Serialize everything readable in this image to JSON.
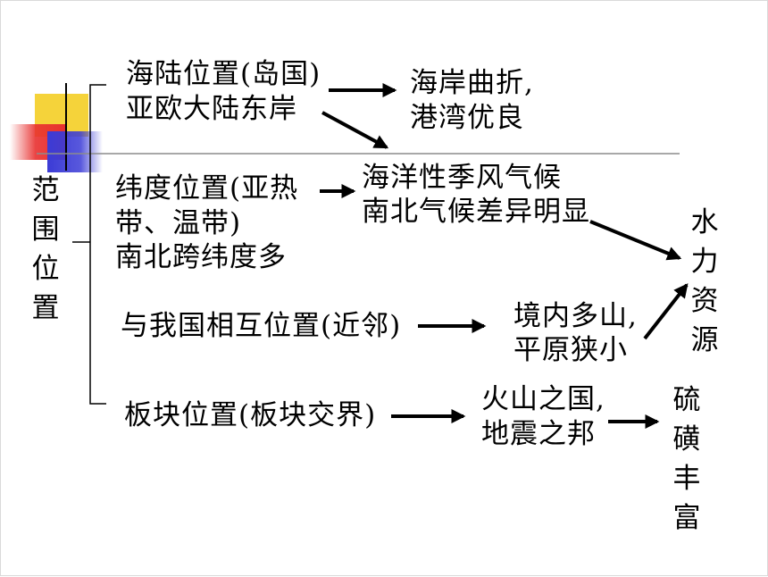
{
  "root": {
    "label": "范围位置"
  },
  "branches": [
    {
      "id": "sea-land",
      "lines": [
        "海陆位置(岛国)",
        "亚欧大陆东岸"
      ]
    },
    {
      "id": "latitude",
      "lines": [
        "纬度位置(亚热",
        "带、温带)",
        "南北跨纬度多"
      ]
    },
    {
      "id": "relative",
      "lines": [
        "与我国相互位置(近邻)"
      ]
    },
    {
      "id": "plate",
      "lines": [
        "板块位置(板块交界)"
      ]
    }
  ],
  "results": {
    "coast": [
      "海岸曲折,",
      "港湾优良"
    ],
    "climate": [
      "海洋性季风气候",
      "南北气候差异明显"
    ],
    "terrain": [
      "境内多山,",
      "平原狭小"
    ],
    "volcano": [
      "火山之国,",
      "地震之邦"
    ],
    "water": "水力资源",
    "sulfur": "硫磺丰富"
  },
  "colors": {
    "deco_yellow": "#f5d33a",
    "deco_red": "#e8302f",
    "deco_blue": "#3b3bd6",
    "rule_gray": "#8c8c8c",
    "ink": "#000000"
  }
}
